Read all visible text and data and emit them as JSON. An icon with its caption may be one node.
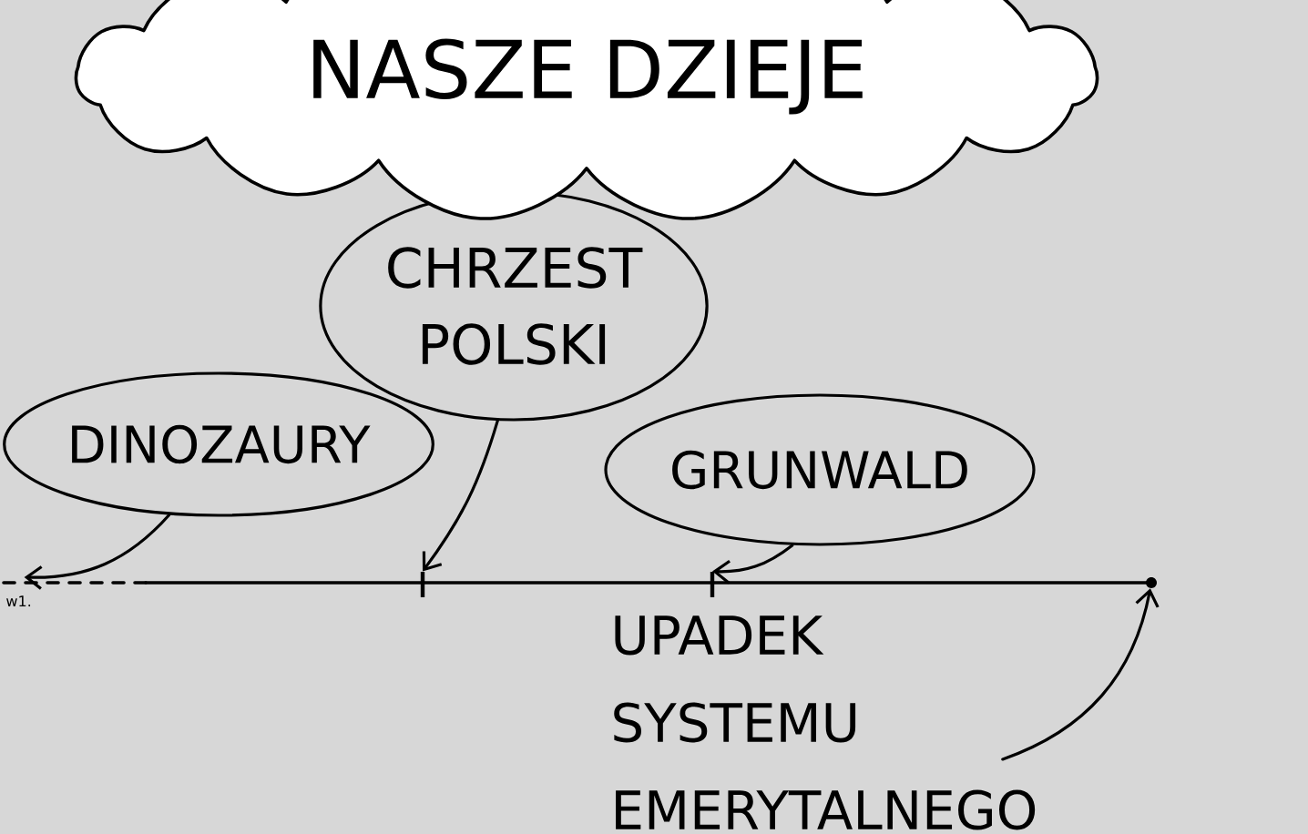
{
  "diagram": {
    "nodes": [
      {
        "text": [
          "NASZE DZIEJE"
        ]
      },
      {
        "text": [
          "CHRZEST POLSKI"
        ]
      },
      {
        "text": [
          "DINOZAURY"
        ]
      },
      {
        "text": [
          "GRUNWALD"
        ]
      },
      {
        "text": [
          "UPADEK SYSTEMU EMERYTALNEGO"
        ]
      },
      {
        "text": [],
        "shape": "bar"
      },
      {
        "text": [],
        "shape": "bar"
      },
      {
        "text": [],
        "shape": "circle"
      },
      {
        "text": [
          "w1."
        ]
      }
    ],
    "edges": [
      {
        "from": 2,
        "to": 8,
        "arrow": "to"
      },
      {
        "from": 1,
        "to": 5,
        "arrow": "to"
      },
      {
        "from": 3,
        "to": 6,
        "arrow": "to"
      },
      {
        "from": 4,
        "to": 7,
        "arrow": "to"
      }
    ]
  }
}
